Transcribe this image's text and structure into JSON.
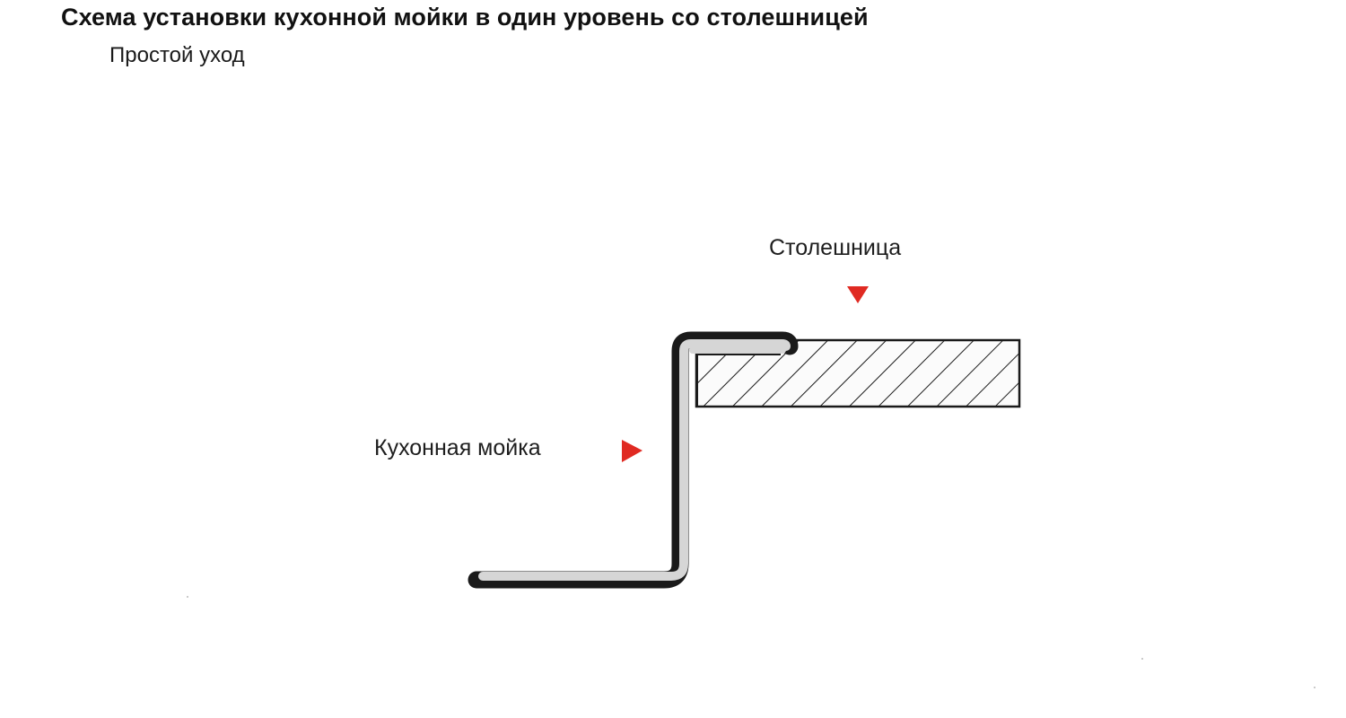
{
  "header": {
    "title": "Схема установки кухонной мойки в один уровень со столешницей",
    "subtitle": "Простой уход"
  },
  "diagram": {
    "labels": {
      "countertop": "Столешница",
      "sink": "Кухонная мойка"
    },
    "icons": {
      "countertop_pointer": "triangle-down-icon",
      "sink_pointer": "triangle-right-icon"
    },
    "colors": {
      "pointer": "#e02a22",
      "outline": "#1a1a1a",
      "sink_fill": "#d6d6d6",
      "hatch": "#1a1a1a",
      "background": "#ffffff"
    }
  }
}
